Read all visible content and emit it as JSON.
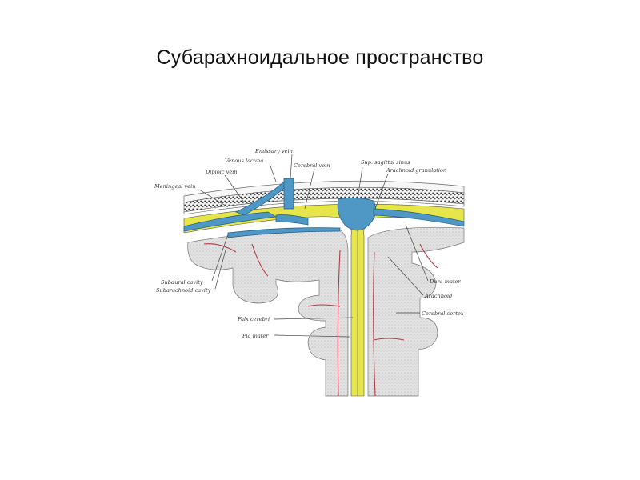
{
  "slide": {
    "title": "Субарахноидальное пространство"
  },
  "figure": {
    "labels": {
      "emissary_vein": "Emissary vein",
      "venous_lacuna": "Venous lacuna",
      "cerebral_vein": "Cerebral vein",
      "sup_sagittal_sinus": "Sup. sagittal sinus",
      "arachnoid_granulation": "Arachnoid granulation",
      "diploic_vein": "Diploic vein",
      "meningeal_vein": "Meningeal vein",
      "subdural_cavity": "Subdural cavity",
      "subarachnoid_cavity": "Subarachnoid cavity",
      "falx_cerebri": "Falx cerebri",
      "pia_mater": "Pia mater",
      "dura_mater": "Dura mater",
      "arachnoid": "Arachnoid",
      "cerebral_cortex": "Cerebral cortex"
    },
    "colors": {
      "csf_yellow": "#e6e64a",
      "vein_blue": "#4f97c4",
      "vein_outline": "#1e5d86",
      "cortex_gray": "#dddddd",
      "artery_red": "#b23a48",
      "bone_dark": "#2a2a2a"
    }
  }
}
